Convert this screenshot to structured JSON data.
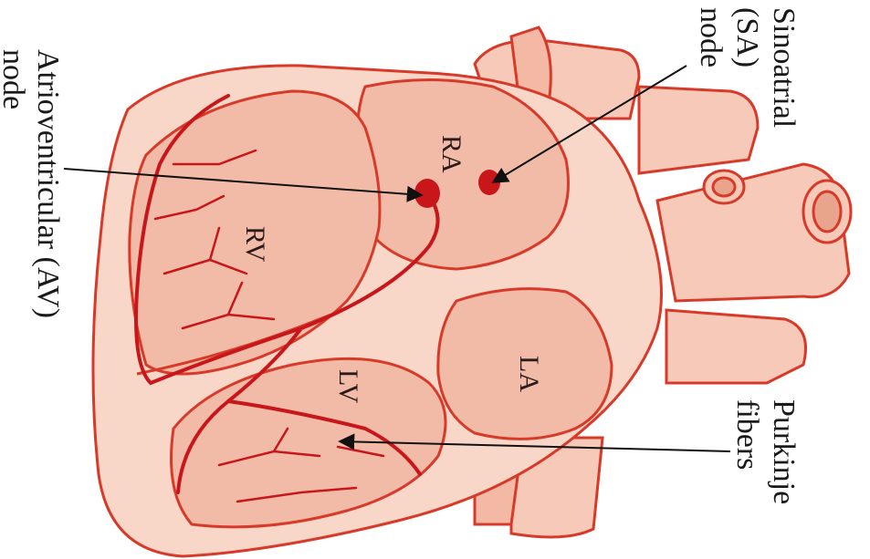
{
  "labels": {
    "sa_node": [
      "Sinoatrial",
      "(SA)",
      "node"
    ],
    "av_node": [
      "Atrioventricular (AV)",
      "node"
    ],
    "purkinje": [
      "Purkinje",
      "fibers"
    ]
  },
  "chambers": {
    "ra": "RA",
    "rv": "RV",
    "la": "LA",
    "lv": "LV"
  },
  "colors": {
    "tissue_light": "#f8d6c8",
    "tissue_mid": "#f2bba7",
    "tissue_dark": "#e9a48d",
    "outline": "#d83a2a",
    "conduction": "#c8161b",
    "arrow": "#111111"
  }
}
